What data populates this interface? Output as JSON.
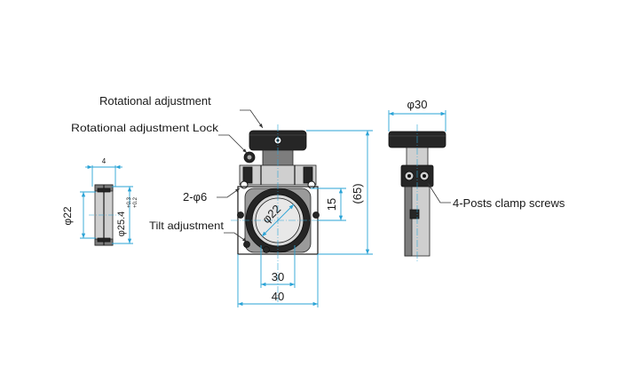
{
  "callouts": {
    "rotational_adjustment": "Rotational adjustment",
    "rotational_adjustment_lock": "Rotational adjustment Lock",
    "holes": "2-φ6",
    "tilt_adjustment": "Tilt adjustment",
    "posts_clamp_screws": "4-Posts clamp screws"
  },
  "dimensions": {
    "side_width": "4",
    "side_phi22": "φ22",
    "side_phi25": "φ25.4",
    "side_tol_upper": "+0.3",
    "side_tol_lower": "+0.2",
    "front_phi22": "φ22",
    "front_15": "15",
    "front_30": "30",
    "front_40": "40",
    "front_65": "(65)",
    "right_phi30": "φ30"
  },
  "colors": {
    "dimension_line": "#2aa3d6",
    "outline": "#1a1a1a",
    "dark_part": "#262626",
    "mid_part": "#7d7d7d",
    "light_part": "#cfcfcf"
  }
}
